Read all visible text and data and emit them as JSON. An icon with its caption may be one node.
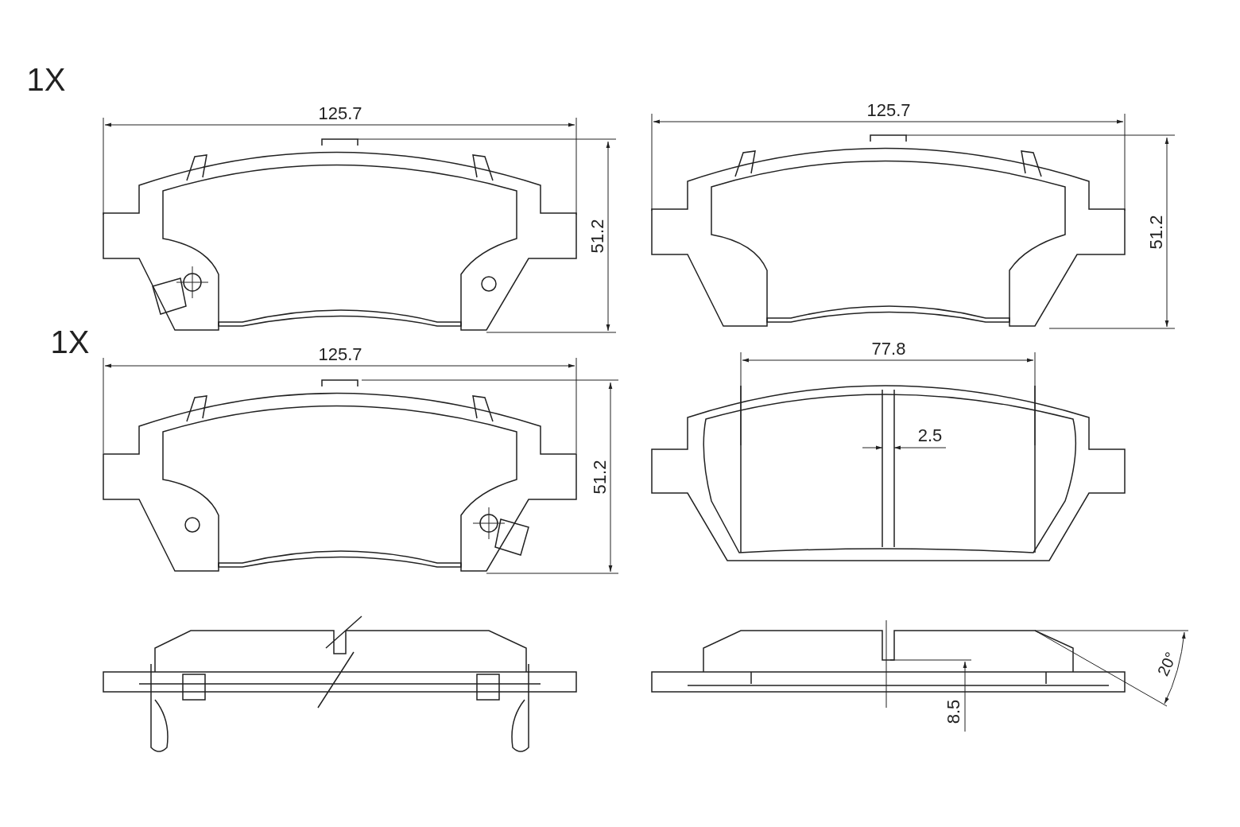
{
  "diagram": {
    "labels": [
      "1X",
      "125.7",
      "125.7",
      "51.2",
      "51.2",
      "1X",
      "125.7",
      "77.8",
      "2.5",
      "51.2",
      "20°",
      "8.5"
    ]
  }
}
